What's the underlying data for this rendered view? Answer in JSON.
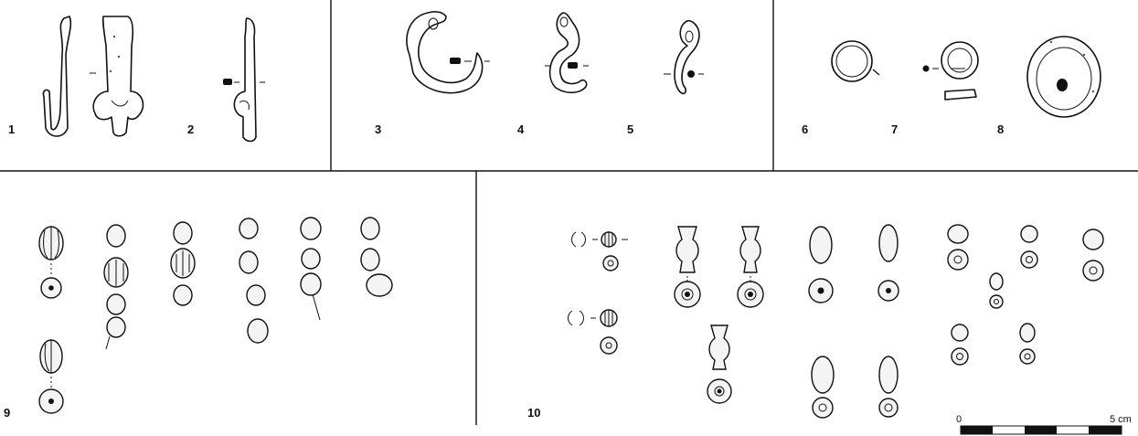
{
  "figure_numbers": [
    "1",
    "2",
    "3",
    "4",
    "5",
    "6",
    "7",
    "8",
    "9",
    "10"
  ],
  "scale_bar": {
    "start_label": "0",
    "end_label": "5 cm"
  },
  "colors": {
    "ink": "#111111",
    "background": "#ffffff"
  }
}
